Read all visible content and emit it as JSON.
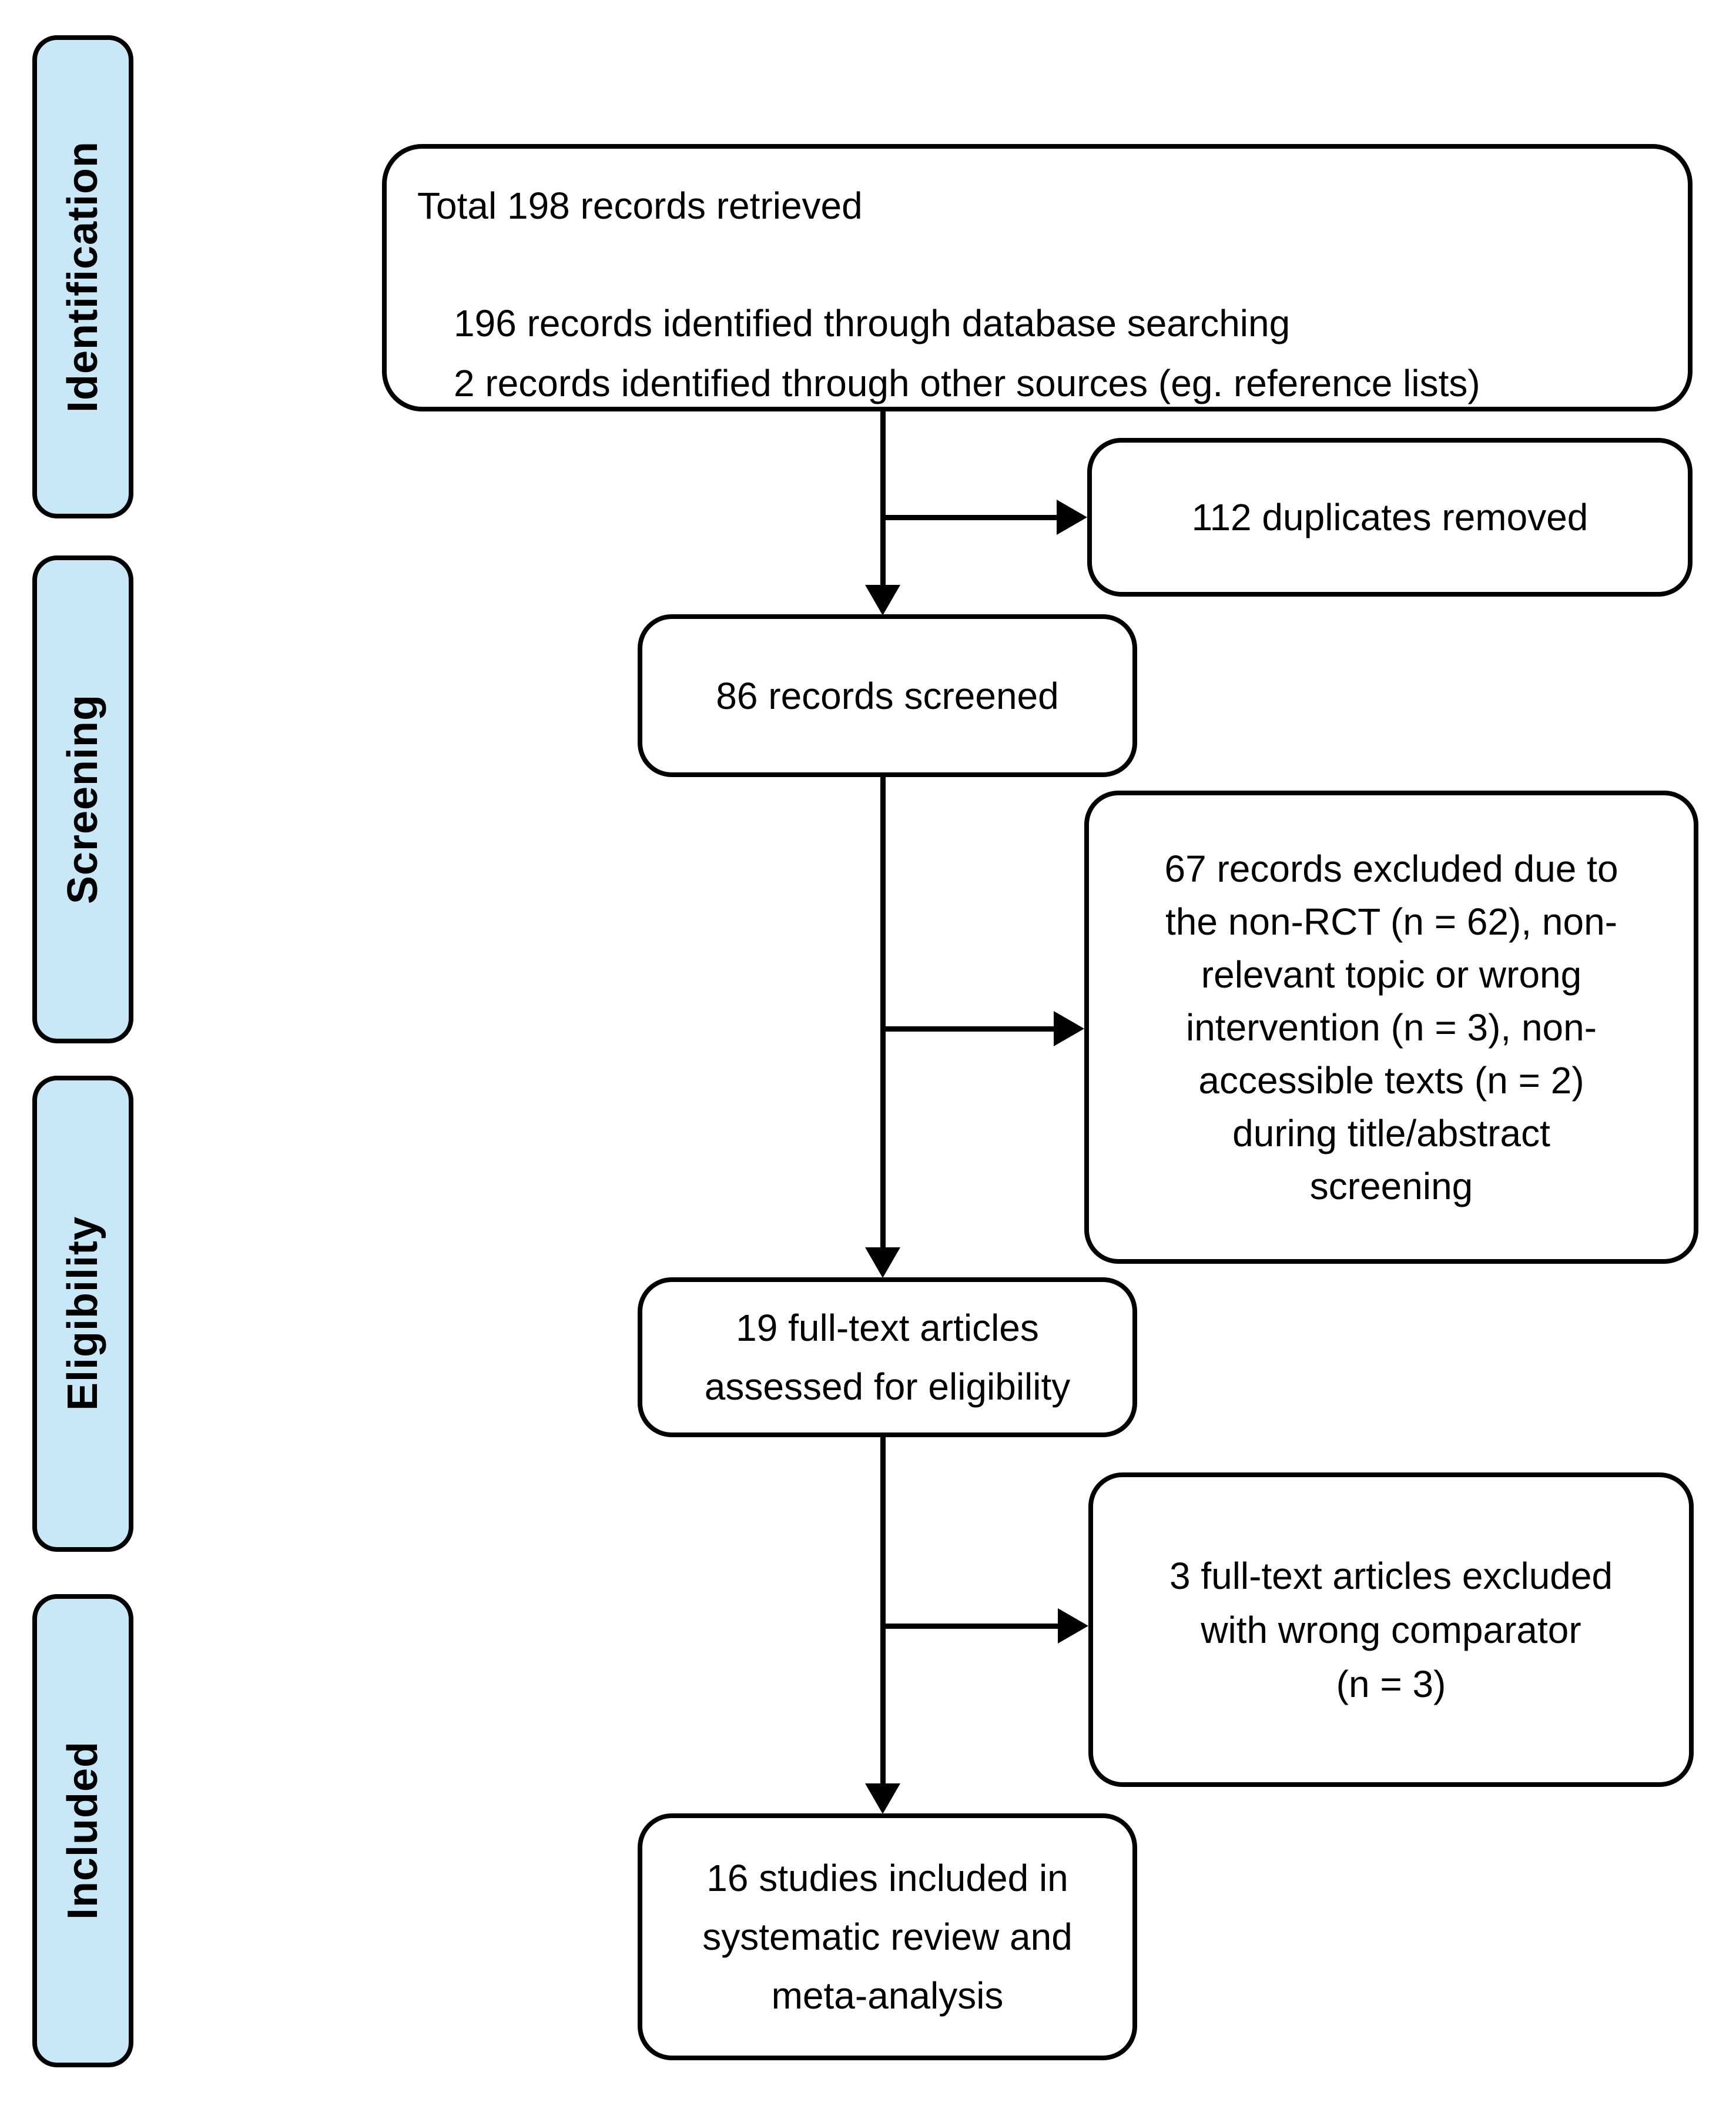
{
  "diagram": {
    "background": "#ffffff",
    "stroke_color": "#000000",
    "stage_fill": "#C8E8F8",
    "text_color": "#000000"
  },
  "stages": [
    {
      "label": "Identification"
    },
    {
      "label": "Screening"
    },
    {
      "label": "Eligibility"
    },
    {
      "label": "Included"
    }
  ],
  "boxes": {
    "retrieved": {
      "title": "Total 198 records retrieved",
      "items": [
        "196 records identified through database searching",
        "2 records identified through other sources (eg. reference lists)"
      ]
    },
    "duplicates_removed": {
      "lines": [
        "112 duplicates removed"
      ]
    },
    "records_screened": {
      "lines": [
        "86 records screened"
      ]
    },
    "excluded_screening": {
      "lines": [
        "67 records excluded due to",
        "the non-RCT (n = 62), non-",
        "relevant topic or wrong",
        "intervention (n = 3), non-",
        "accessible texts (n = 2)",
        "during title/abstract",
        "screening"
      ]
    },
    "fulltext_assessed": {
      "lines": [
        "19 full-text articles",
        "assessed for eligibility"
      ]
    },
    "fulltext_excluded": {
      "lines": [
        "3 full-text articles excluded",
        "with wrong comparator",
        "(n = 3)"
      ]
    },
    "studies_included": {
      "lines": [
        "16 studies included in",
        "systematic review and",
        "meta-analysis"
      ]
    }
  }
}
